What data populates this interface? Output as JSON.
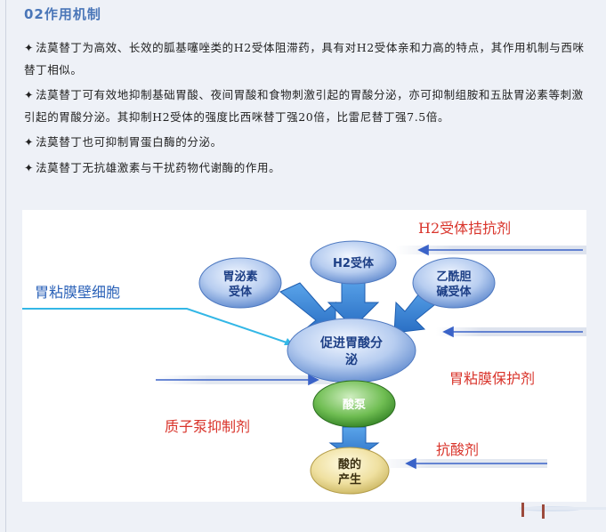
{
  "section_heading": "02作用机制",
  "bullet_symbol": "✦",
  "paragraphs": [
    "法莫替丁为高效、长效的胍基噻唑类的H2受体阻滞药，具有对H2受体亲和力高的特点，其作用机制与西咪替丁相似。",
    "法莫替丁可有效地抑制基础胃酸、夜间胃酸和食物刺激引起的胃酸分泌，亦可抑制组胺和五肽胃泌素等刺激引起的胃酸分泌。其抑制H2受体的强度比西咪替丁强20倍，比雷尼替丁强7.5倍。",
    "法莫替丁也可抑制胃蛋白酶的分泌。",
    "法莫替丁无抗雄激素与干扰药物代谢酶的作用。"
  ],
  "diagram": {
    "nodes": {
      "gastrin_receptor": [
        "胃泌素",
        "受体"
      ],
      "h2_receptor": "H2受体",
      "ach_receptor": [
        "乙酰胆",
        "碱受体"
      ],
      "promote_acid": [
        "促进胃酸分",
        "泌"
      ],
      "acid_pump": "酸泵",
      "acid_production": [
        "酸的",
        "产生"
      ]
    },
    "labels": {
      "h2_antagonist": "H2受体拮抗剂",
      "parietal_cell": "胃粘膜壁细胞",
      "mucosal_protectant": "胃粘膜保护剂",
      "ppi": "质子泵抑制剂",
      "antacid": "抗酸剂"
    },
    "colors": {
      "red_label": "#d9342b",
      "blue_label": "#2b62b8",
      "node_blue": "#6f9ad8",
      "node_green": "#3f9a2e",
      "node_yellow": "#e7d58a",
      "arrow_blue": "#3c86d6",
      "line_cyan": "#33b7e6"
    }
  }
}
